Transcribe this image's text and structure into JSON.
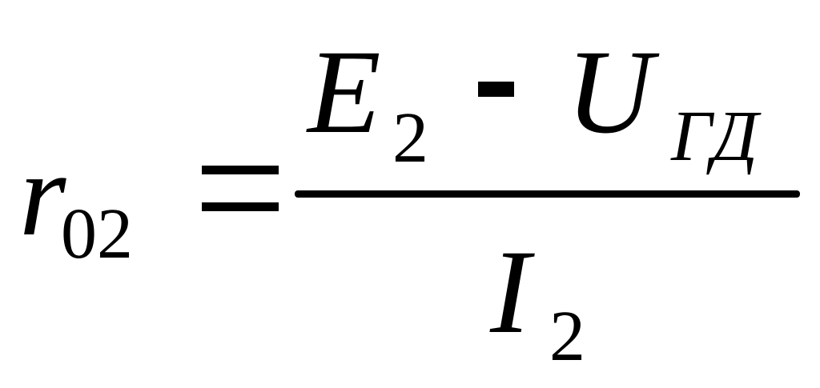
{
  "formula": {
    "lhs": {
      "variable": "r",
      "subscript": "02"
    },
    "relation": "=",
    "numerator": {
      "term1": {
        "variable": "E",
        "subscript": "2"
      },
      "operator": "-",
      "term2": {
        "variable": "U",
        "subscript": "ГД"
      }
    },
    "denominator": {
      "variable": "I",
      "subscript": "2"
    }
  }
}
